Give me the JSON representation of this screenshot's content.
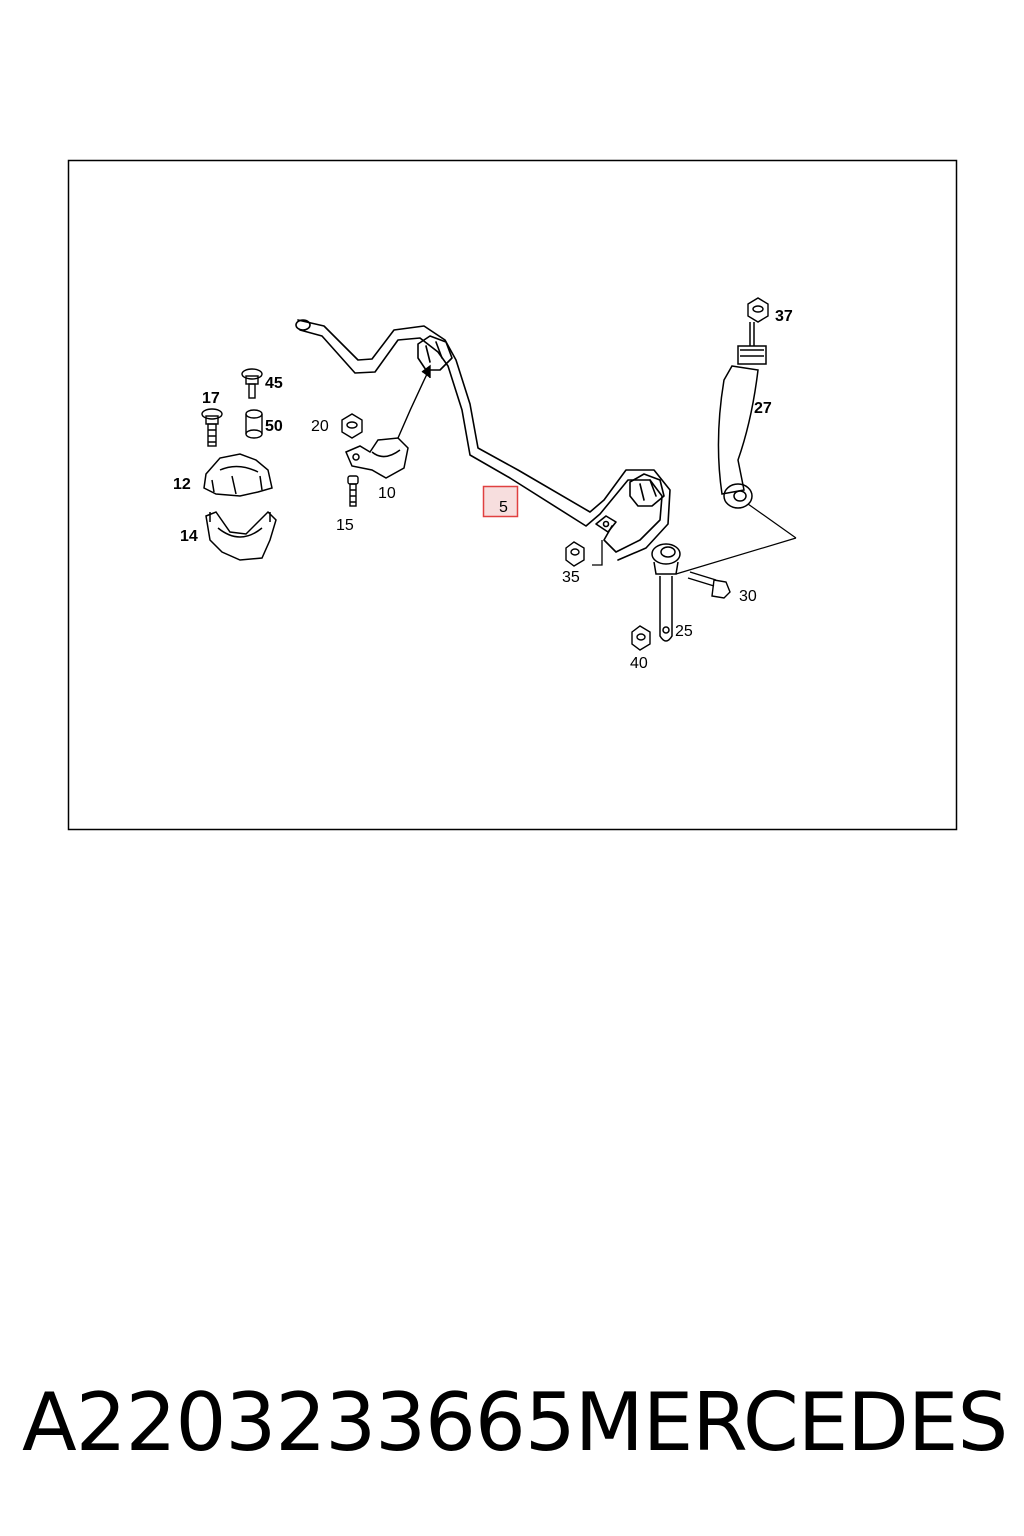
{
  "diagram": {
    "callouts": {
      "p5": "5",
      "p10": "10",
      "p12": "12",
      "p14": "14",
      "p15": "15",
      "p17": "17",
      "p20": "20",
      "p25": "25",
      "p27": "27",
      "p30": "30",
      "p35": "35",
      "p37": "37",
      "p40": "40",
      "p45": "45",
      "p50": "50"
    },
    "highlight_color": "#e04040",
    "highlight_fill": "#f7dede"
  },
  "footer": {
    "part_number": "A2203233665",
    "brand": "MERCEDES"
  }
}
